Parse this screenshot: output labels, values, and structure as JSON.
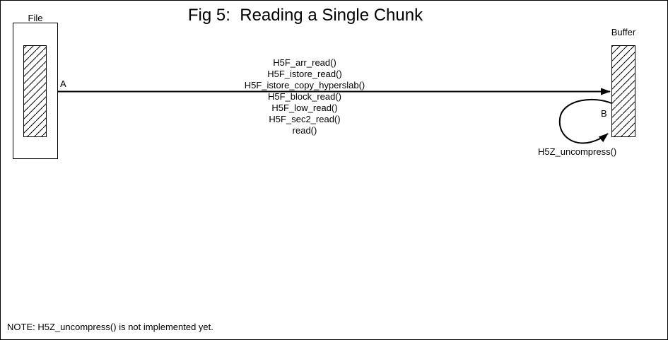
{
  "diagram": {
    "title": "Fig 5:  Reading a Single Chunk",
    "file": {
      "label": "File"
    },
    "buffer": {
      "label": "Buffer"
    },
    "arrow_a": {
      "label": "A",
      "functions": [
        "H5F_arr_read()",
        "H5F_istore_read()",
        "H5F_istore_copy_hyperslab()",
        "H5F_block_read()",
        "H5F_low_read()",
        "H5F_sec2_read()",
        "read()"
      ]
    },
    "arrow_b": {
      "label": "B",
      "function": "H5Z_uncompress()"
    },
    "note": "NOTE: H5Z_uncompress() is not implemented yet.",
    "colors": {
      "ink": "#000000",
      "background": "#ffffff"
    }
  }
}
